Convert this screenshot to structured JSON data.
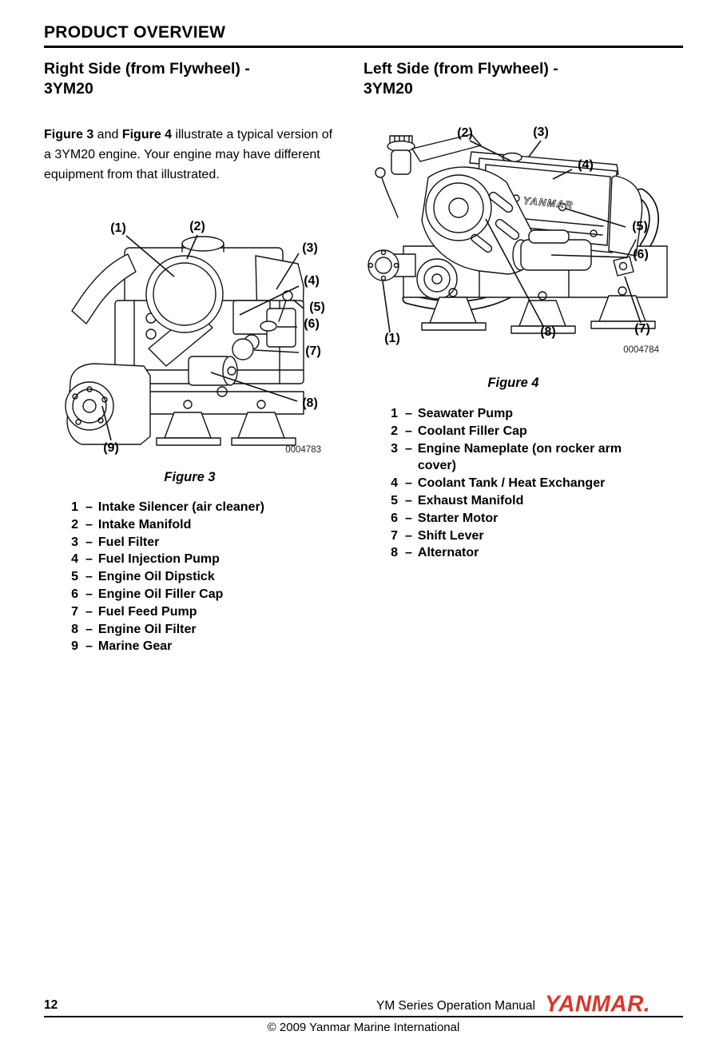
{
  "header": {
    "title": "PRODUCT OVERVIEW"
  },
  "list_dash": "–",
  "left_column": {
    "heading_line1": "Right Side (from Flywheel) -",
    "heading_line2": "3YM20",
    "intro_parts": {
      "bold1": "Figure 3",
      "mid": " and ",
      "bold2": "Figure 4",
      "rest": " illustrate a typical version of a 3YM20 engine. Your engine may have different equipment from that illustrated."
    },
    "figure": {
      "caption": "Figure 3",
      "image_code": "0004783",
      "callouts": [
        "(1)",
        "(2)",
        "(3)",
        "(4)",
        "(5)",
        "(6)",
        "(7)",
        "(8)",
        "(9)"
      ],
      "items": [
        {
          "num": "1",
          "label": "Intake Silencer (air cleaner)"
        },
        {
          "num": "2",
          "label": "Intake Manifold"
        },
        {
          "num": "3",
          "label": "Fuel Filter"
        },
        {
          "num": "4",
          "label": "Fuel Injection Pump"
        },
        {
          "num": "5",
          "label": "Engine Oil Dipstick"
        },
        {
          "num": "6",
          "label": "Engine Oil Filler Cap"
        },
        {
          "num": "7",
          "label": "Fuel Feed Pump"
        },
        {
          "num": "8",
          "label": "Engine Oil Filter"
        },
        {
          "num": "9",
          "label": "Marine Gear"
        }
      ]
    }
  },
  "right_column": {
    "heading_line1": "Left Side (from Flywheel) -",
    "heading_line2": "3YM20",
    "figure": {
      "caption": "Figure 4",
      "image_code": "0004784",
      "engine_brand": "YANMAR",
      "callouts": [
        "(1)",
        "(2)",
        "(3)",
        "(4)",
        "(5)",
        "(6)",
        "(7)",
        "(8)"
      ],
      "items": [
        {
          "num": "1",
          "label": "Seawater Pump"
        },
        {
          "num": "2",
          "label": "Coolant Filler Cap"
        },
        {
          "num": "3",
          "label": "Engine Nameplate (on rocker arm cover)"
        },
        {
          "num": "4",
          "label": "Coolant Tank / Heat Exchanger"
        },
        {
          "num": "5",
          "label": "Exhaust Manifold"
        },
        {
          "num": "6",
          "label": "Starter Motor"
        },
        {
          "num": "7",
          "label": "Shift Lever"
        },
        {
          "num": "8",
          "label": "Alternator"
        }
      ]
    }
  },
  "footer": {
    "page_number": "12",
    "manual_title": "YM Series Operation Manual",
    "logo_text": "YANMAR.",
    "copyright": "© 2009 Yanmar Marine International",
    "colors": {
      "logo_red": "#da362c",
      "text": "#000000"
    }
  }
}
